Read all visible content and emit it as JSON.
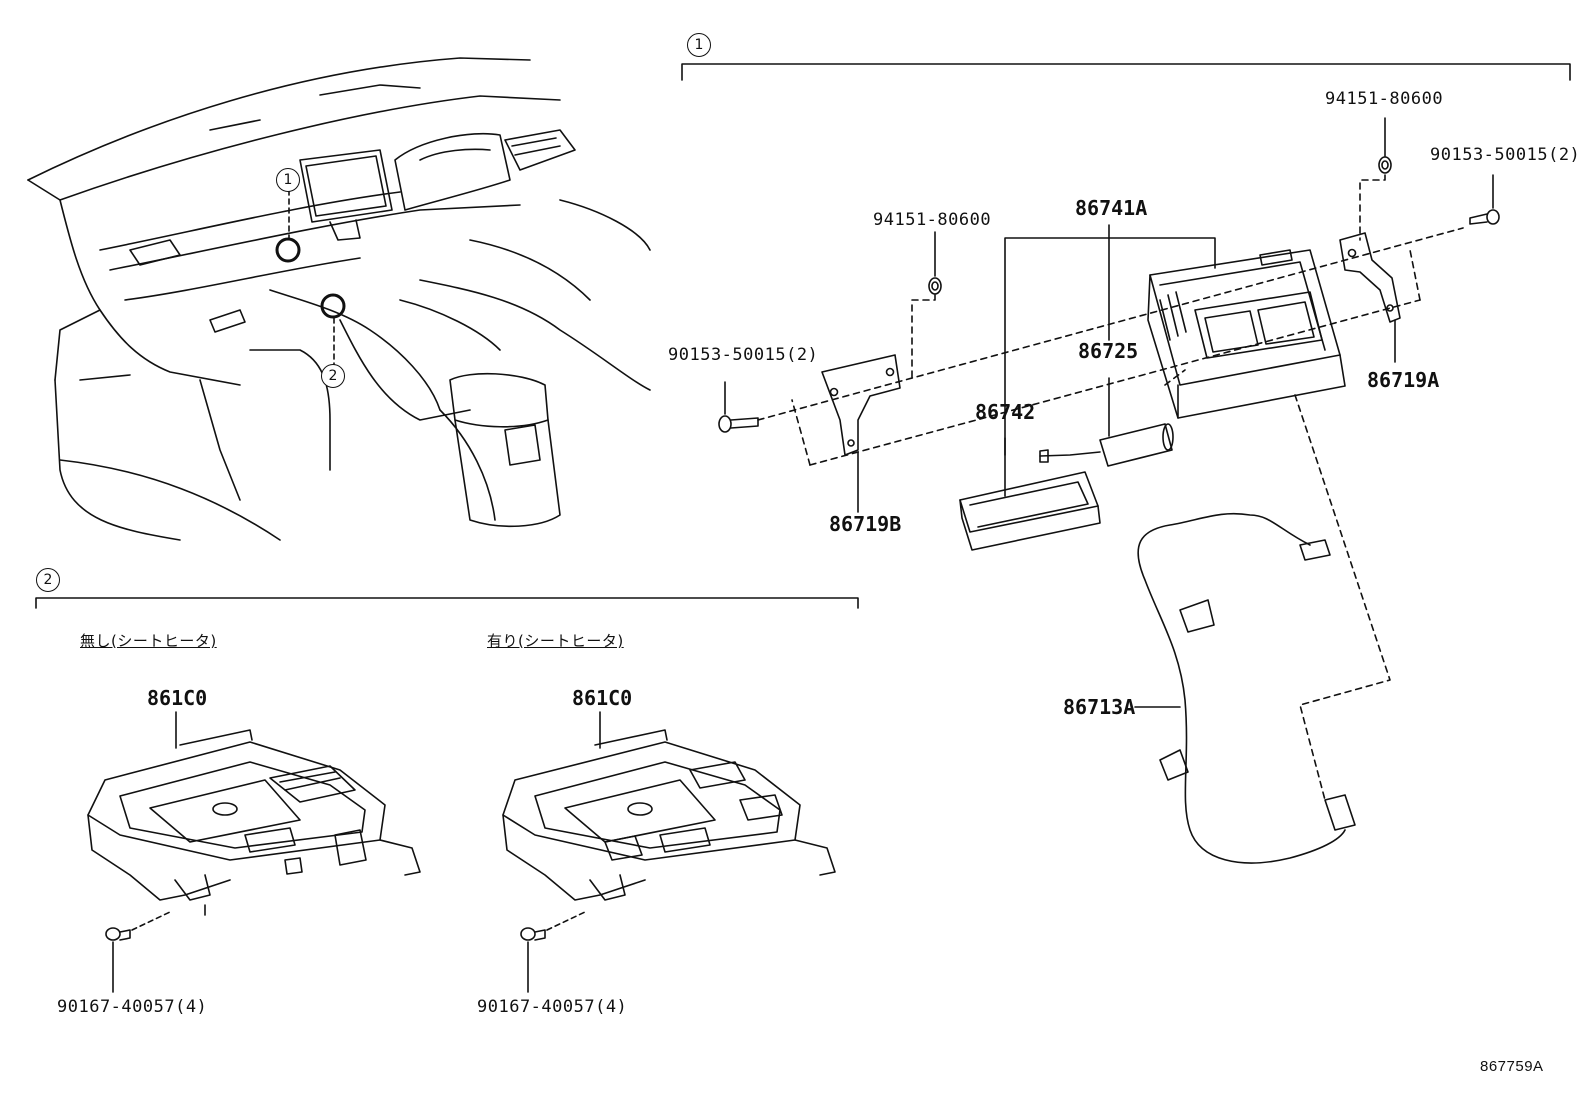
{
  "callouts": {
    "group1": "1",
    "group2": "2",
    "dash1": "1",
    "dash2": "2"
  },
  "group2_variants": {
    "without_seat_heater": "無し(シートヒータ)",
    "with_seat_heater": "有り(シートヒータ)"
  },
  "parts": {
    "p94151_top": "94151-80600",
    "p90153_top": "90153-50015(2)",
    "p94151_mid": "94151-80600",
    "p86741A": "86741A",
    "p90153_left": "90153-50015(2)",
    "p86725": "86725",
    "p86719A": "86719A",
    "p86742": "86742",
    "p86719B": "86719B",
    "p86713A": "86713A",
    "p861C0_left": "861C0",
    "p861C0_right": "861C0",
    "p90167_left": "90167-40057(4)",
    "p90167_right": "90167-40057(4)"
  },
  "catalog_number": "867759A"
}
